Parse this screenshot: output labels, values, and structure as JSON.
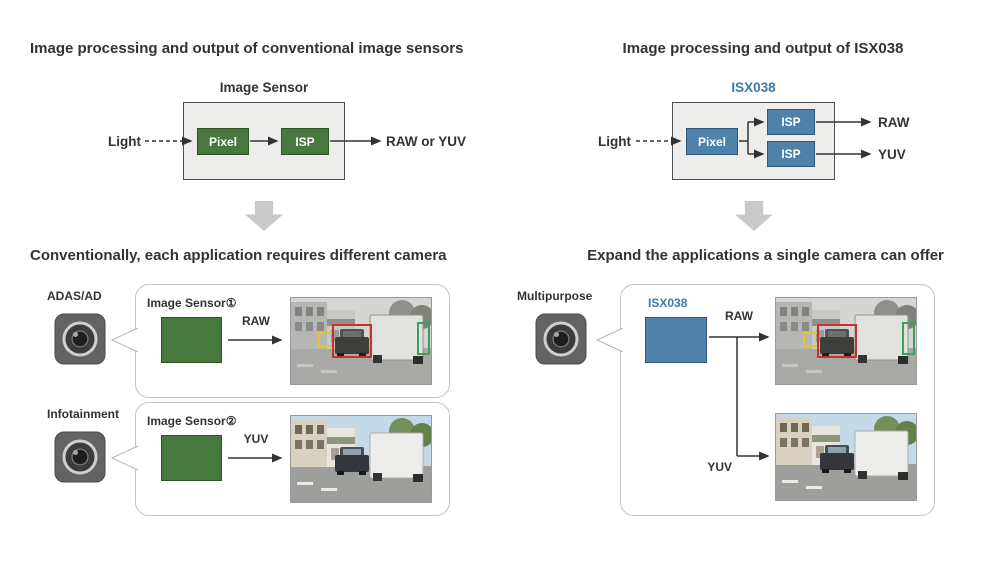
{
  "left": {
    "top_title": "Image processing and output of conventional image sensors",
    "diagram": {
      "label": "Image Sensor",
      "light_label": "Light",
      "pixel_label": "Pixel",
      "isp_label": "ISP",
      "output_label": "RAW or YUV"
    },
    "bottom_title": "Conventionally, each application requires different camera",
    "rows": [
      {
        "app_label": "ADAS/AD",
        "sensor_label": "Image Sensor①",
        "signal_label": "RAW"
      },
      {
        "app_label": "Infotainment",
        "sensor_label": "Image Sensor②",
        "signal_label": "YUV"
      }
    ]
  },
  "right": {
    "top_title": "Image processing and output of ISX038",
    "diagram": {
      "label": "ISX038",
      "light_label": "Light",
      "pixel_label": "Pixel",
      "isp_top_label": "ISP",
      "isp_bottom_label": "ISP",
      "raw_label": "RAW",
      "yuv_label": "YUV"
    },
    "bottom_title": "Expand the applications a single camera can offer",
    "panel": {
      "app_label": "Multipurpose",
      "sensor_label": "ISX038",
      "raw_label": "RAW",
      "yuv_label": "YUV"
    }
  },
  "colors": {
    "sensor_green": "#47793e",
    "sensor_blue": "#4f81a9",
    "isx038_text_blue": "#3c7aa8",
    "detection_yellow": "#e2c42c",
    "detection_red": "#c93030",
    "detection_green": "#3da05a",
    "arrow_gray": "#c9c9c9"
  }
}
